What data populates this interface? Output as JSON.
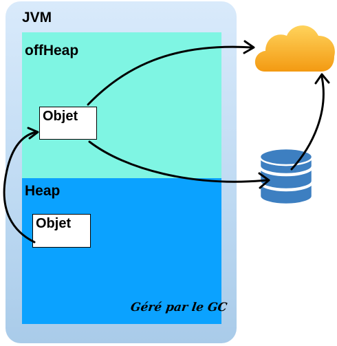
{
  "diagram": {
    "jvm_label": "JVM",
    "offheap_label": "offHeap",
    "heap_label": "Heap",
    "offheap_object_label": "Objet",
    "heap_object_label": "Objet",
    "gc_label": "Géré par le GC"
  },
  "icons": [
    "cloud-icon",
    "database-icon"
  ],
  "colors": {
    "jvm_container": "#c9e1f7",
    "offheap_zone": "#7ff5e3",
    "heap_zone": "#0ba2ff",
    "cloud": "#f7a51b",
    "database": "#3d7fc1"
  }
}
